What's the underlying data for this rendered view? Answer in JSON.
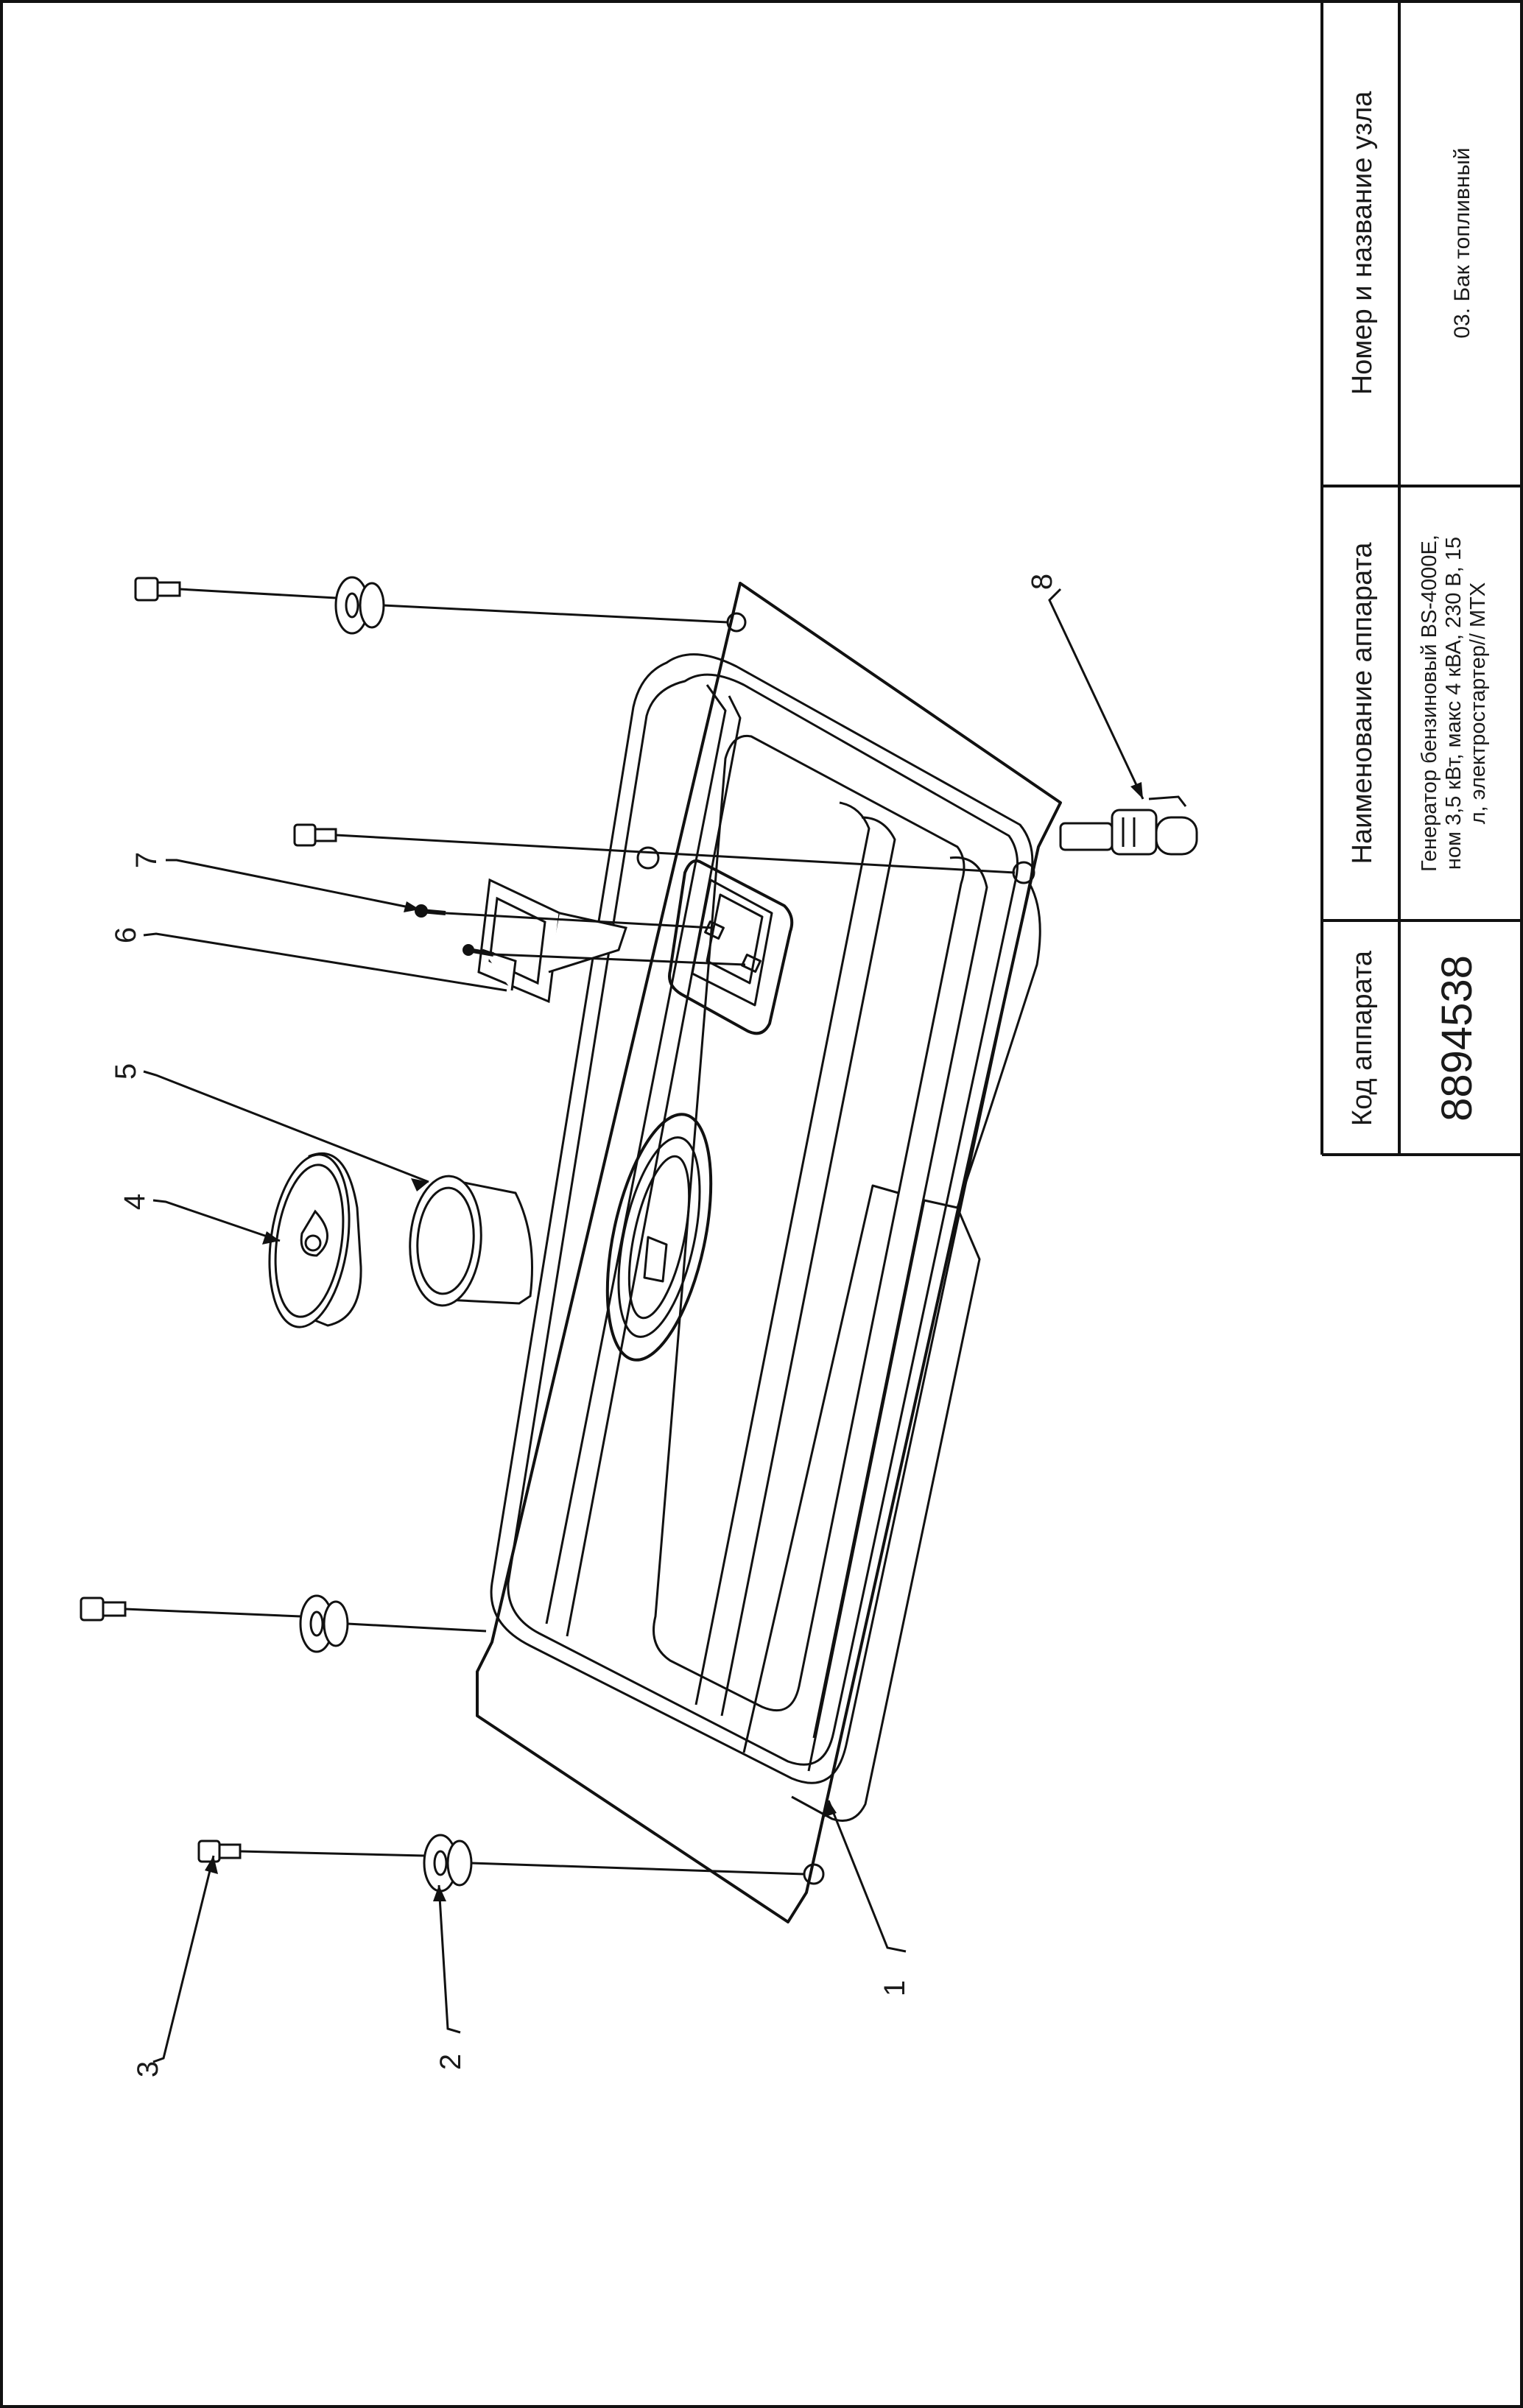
{
  "title_block": {
    "header_code": "Код аппарата",
    "header_name": "Наименование аппарата",
    "header_node": "Номер и название узла",
    "code": "8894538",
    "name_line1": "Генератор бензиновый BS-4000E,",
    "name_line2": "ном 3,5 кВт, макс 4 кВА, 230 В, 15",
    "name_line3": "л, электростартер// МТХ",
    "node": "03. Бак топливный"
  },
  "callouts": [
    "1",
    "2",
    "3",
    "4",
    "5",
    "6",
    "7",
    "8"
  ],
  "cap_emblem_icon": "fuel-drop-icon"
}
